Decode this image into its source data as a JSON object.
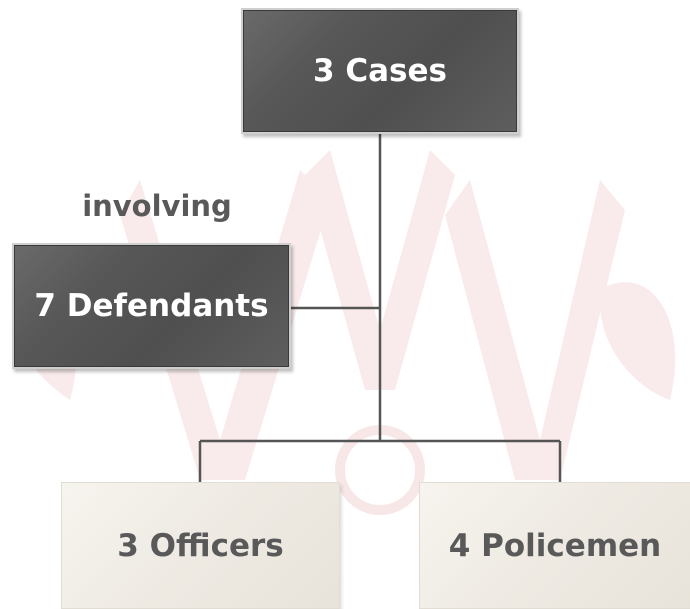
{
  "diagram": {
    "top_box": "3 Cases",
    "connector_label": "involving",
    "middle_box": "7 Defendants",
    "bottom_left_box": "3 Officers",
    "bottom_right_box": "4 Policemen"
  },
  "colors": {
    "dark_box": "#565656",
    "light_box": "#efebe4",
    "dark_text": "#ffffff",
    "light_text": "#595959",
    "connector": "#555555",
    "watermark": "#f7e6e6"
  }
}
